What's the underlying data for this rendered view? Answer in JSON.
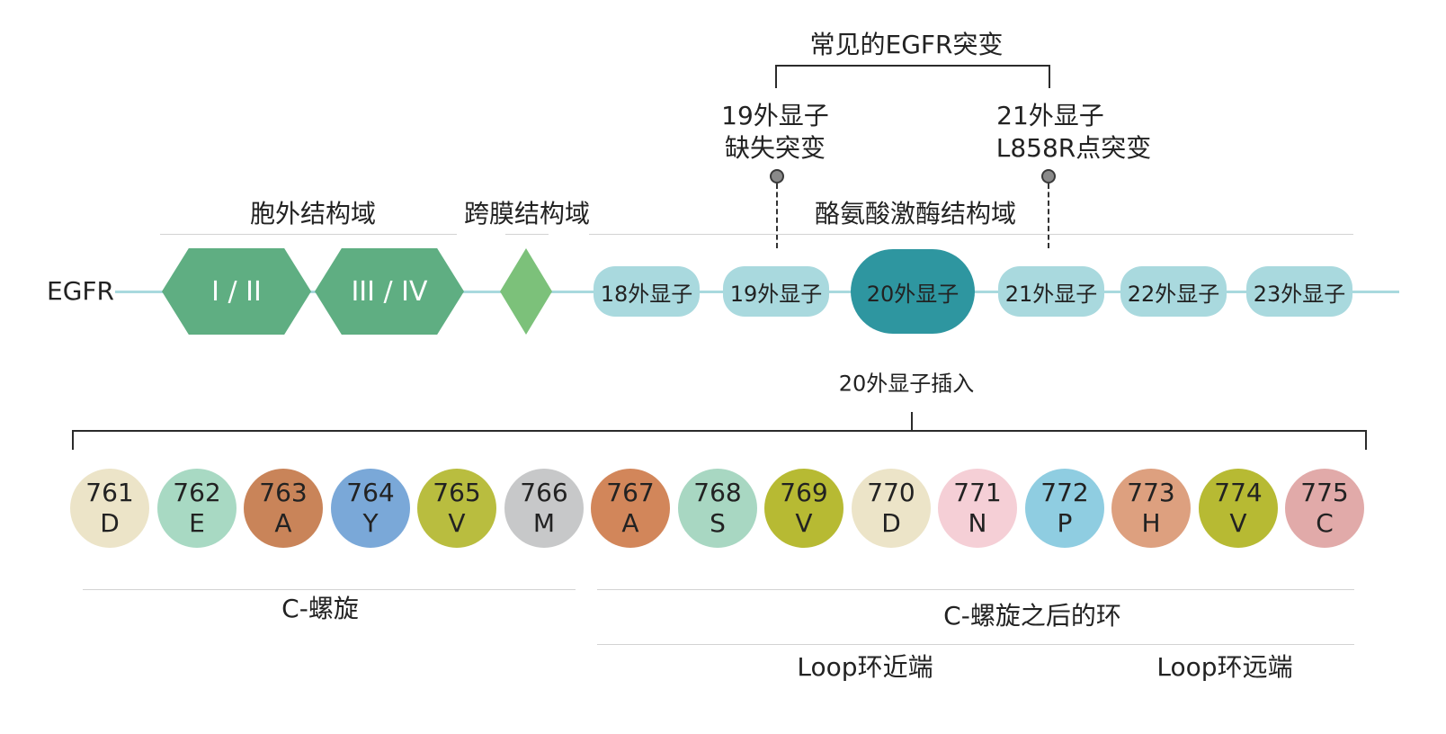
{
  "labels": {
    "common": "常见的EGFR突变",
    "exon19": [
      "19外显子",
      "缺失突变"
    ],
    "exon21": [
      "21外显子",
      "L858R点突变"
    ],
    "egfr": "EGFR",
    "extracellular": "胞外结构域",
    "transmembrane": "跨膜结构域",
    "kinase": "酪氨酸激酶结构域",
    "insertion": "20外显子插入",
    "chelix": "C-螺旋",
    "after_chelix": "C-螺旋之后的环",
    "loop_near": "Loop环近端",
    "loop_far": "Loop环远端"
  },
  "domains": [
    {
      "label": "I / II"
    },
    {
      "label": "III / IV"
    }
  ],
  "exons": [
    "18外显子",
    "19外显子",
    "20外显子",
    "21外显子",
    "22外显子",
    "23外显子"
  ],
  "residues": [
    {
      "num": "761",
      "aa": "D",
      "color": "#ece4c8"
    },
    {
      "num": "762",
      "aa": "E",
      "color": "#a8d9c3"
    },
    {
      "num": "763",
      "aa": "A",
      "color": "#c98459"
    },
    {
      "num": "764",
      "aa": "Y",
      "color": "#7aa8d8"
    },
    {
      "num": "765",
      "aa": "V",
      "color": "#b9bd3f"
    },
    {
      "num": "766",
      "aa": "M",
      "color": "#c7c8c9"
    },
    {
      "num": "767",
      "aa": "A",
      "color": "#d2865a"
    },
    {
      "num": "768",
      "aa": "S",
      "color": "#a8d7c2"
    },
    {
      "num": "769",
      "aa": "V",
      "color": "#b7ba33"
    },
    {
      "num": "770",
      "aa": "D",
      "color": "#ece4c8"
    },
    {
      "num": "771",
      "aa": "N",
      "color": "#f5cfd6"
    },
    {
      "num": "772",
      "aa": "P",
      "color": "#8fcde1"
    },
    {
      "num": "773",
      "aa": "H",
      "color": "#dda07f"
    },
    {
      "num": "774",
      "aa": "V",
      "color": "#b7ba33"
    },
    {
      "num": "775",
      "aa": "C",
      "color": "#e1aaa9"
    }
  ]
}
